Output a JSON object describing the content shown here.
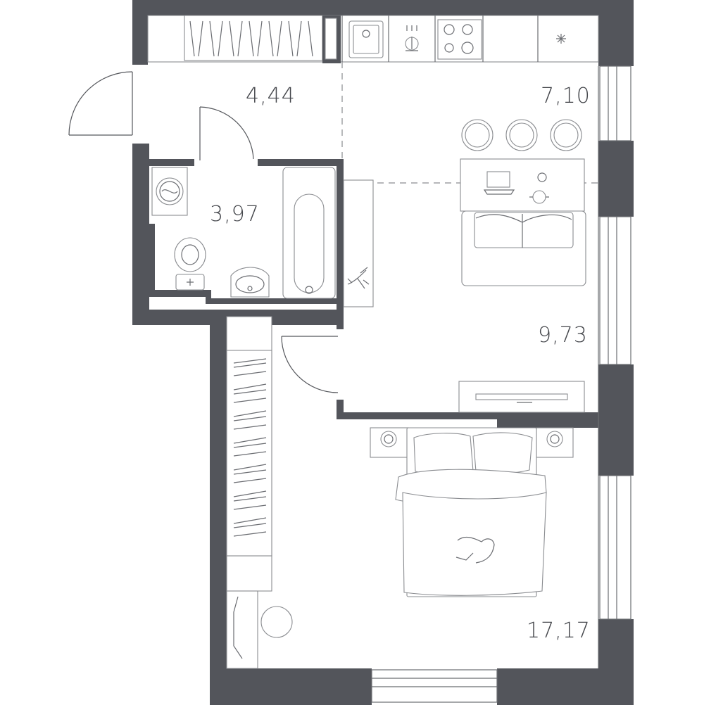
{
  "rooms": {
    "hall": {
      "area": "4,44"
    },
    "bathroom": {
      "area": "3,97"
    },
    "kitchen": {
      "area": "7,10"
    },
    "living": {
      "area": "9,73"
    },
    "bedroom": {
      "area": "17,17"
    }
  },
  "colors": {
    "wall": "#53555b",
    "line": "#8a8c90",
    "label": "#45474c",
    "background": "#ffffff"
  }
}
